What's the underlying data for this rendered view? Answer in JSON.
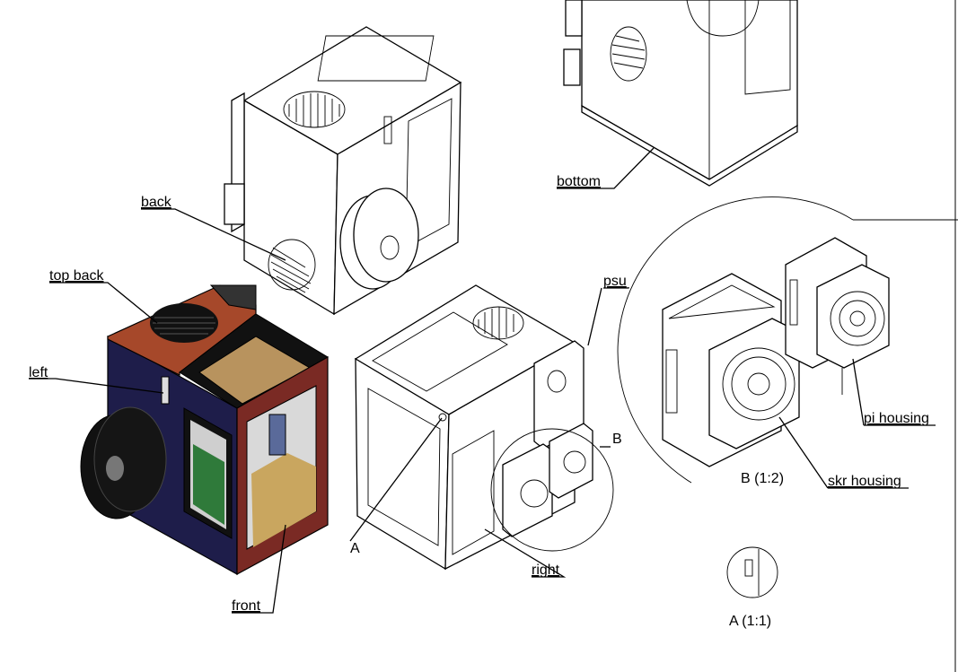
{
  "labels": {
    "bottom": "bottom",
    "back": "back",
    "top_back": "top back",
    "left": "left",
    "front": "front",
    "A_callout": "A",
    "B_callout": "B",
    "psu": "psu",
    "right": "right",
    "pi_housing": "pi housing",
    "skr_housing": "skr housing",
    "detail_B": "B (1:2)",
    "detail_A": "A (1:1)"
  },
  "colors": {
    "top_back": "#a6482a",
    "front": "#7a2a24",
    "left": "#1e1d4a",
    "lid": "#b8935e",
    "interior": "#c9a65f",
    "board": "#2f7a3a",
    "spool": "#111111"
  }
}
